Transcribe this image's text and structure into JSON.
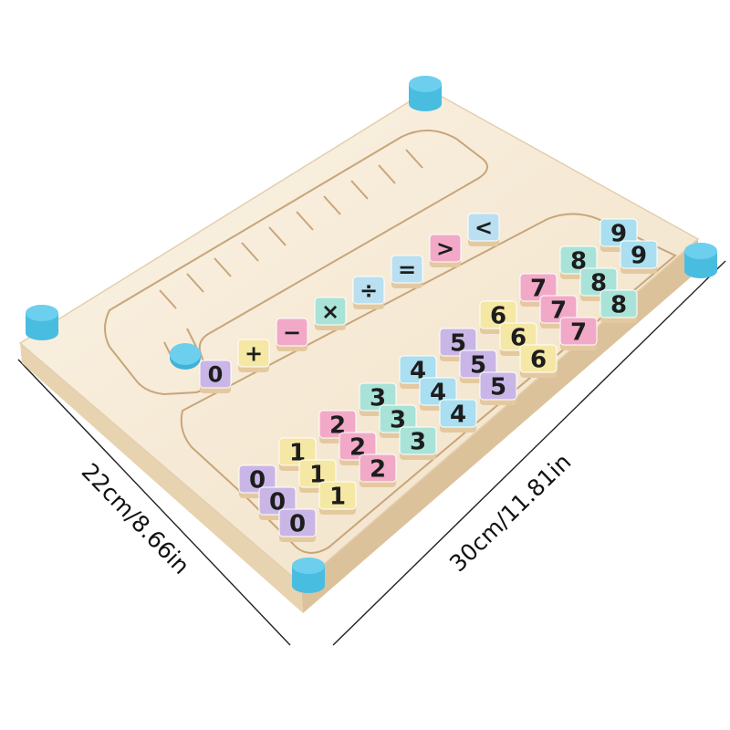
{
  "dimensions": {
    "width_label": "22cm/8.66in",
    "length_label": "30cm/11.81in"
  },
  "operator_tiles": [
    {
      "symbol": "0",
      "color": "#c9b6e6"
    },
    {
      "symbol": "+",
      "color": "#f5e7a4"
    },
    {
      "symbol": "−",
      "color": "#f2a9c8"
    },
    {
      "symbol": "×",
      "color": "#a9e3d8"
    },
    {
      "symbol": "÷",
      "color": "#b9dff1"
    },
    {
      "symbol": "=",
      "color": "#b9dff1"
    },
    {
      "symbol": ">",
      "color": "#f2a9c8"
    },
    {
      "symbol": "<",
      "color": "#b9dff1"
    }
  ],
  "number_columns": [
    {
      "digit": "0",
      "color": "#c9b6e6",
      "count": 3
    },
    {
      "digit": "1",
      "color": "#f5e7a4",
      "count": 3
    },
    {
      "digit": "2",
      "color": "#f2a9c8",
      "count": 3
    },
    {
      "digit": "3",
      "color": "#a9e3d8",
      "count": 3
    },
    {
      "digit": "4",
      "color": "#a9dff0",
      "count": 3
    },
    {
      "digit": "5",
      "color": "#c9b6e6",
      "count": 3
    },
    {
      "digit": "6",
      "color": "#f5e7a4",
      "count": 3
    },
    {
      "digit": "7",
      "color": "#f2a9c8",
      "count": 3
    },
    {
      "digit": "8",
      "color": "#a9e3d8",
      "count": 3
    },
    {
      "digit": "9",
      "color": "#a9dff0",
      "count": 2
    }
  ],
  "colors": {
    "board_top": "#f6ead6",
    "board_edge": "#e8d3b0",
    "groove": "#d2b48c",
    "peg": "#49bde0",
    "peg_top": "#6ccfee",
    "tile_side": "#e4c9a0"
  }
}
